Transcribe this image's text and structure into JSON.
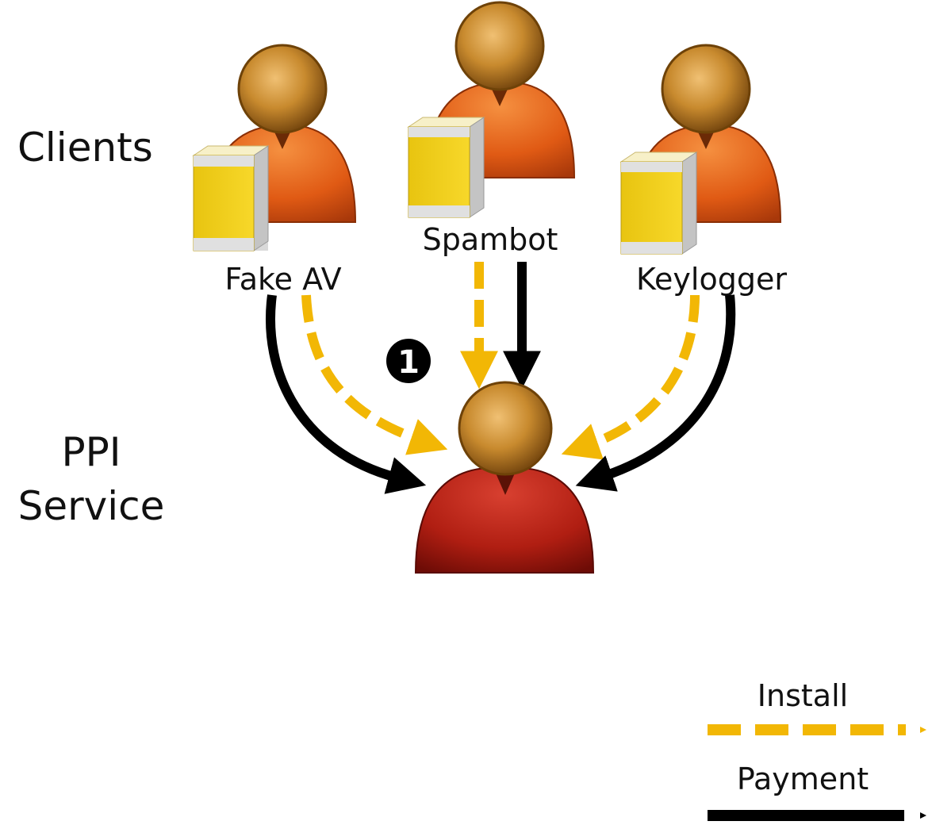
{
  "section_labels": {
    "clients": "Clients",
    "ppi_line1": "PPI",
    "ppi_line2": "Service"
  },
  "clients": [
    {
      "label": "Fake AV",
      "icon": "person-with-software-box-icon"
    },
    {
      "label": "Spambot",
      "icon": "person-with-software-box-icon"
    },
    {
      "label": "Keylogger",
      "icon": "person-with-software-box-icon"
    }
  ],
  "service": {
    "icon": "ppi-service-person-icon"
  },
  "step_marker": "1",
  "legend": {
    "install_label": "Install",
    "payment_label": "Payment"
  },
  "colors": {
    "install": "#f2b705",
    "payment": "#000000",
    "client_body": "#e05a14",
    "service_body": "#b01e12",
    "head": "#b8761f",
    "box_face": "#f5d21a"
  }
}
